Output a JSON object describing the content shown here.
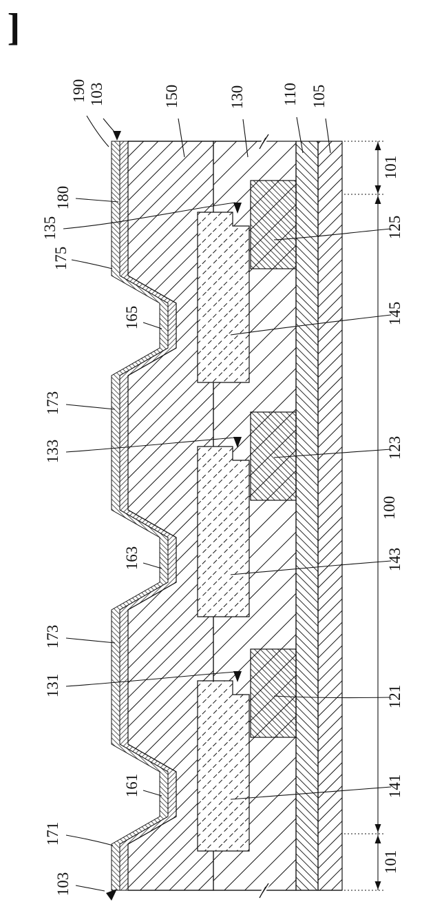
{
  "colors": {
    "ink": "#111111",
    "paper": "#ffffff"
  },
  "figure": {
    "bracket": "]"
  },
  "refs": {
    "top": [
      "190",
      "103",
      "150",
      "130",
      "110",
      "105"
    ],
    "left": [
      "180",
      "135",
      "175",
      "165",
      "173",
      "133",
      "163",
      "173",
      "131",
      "161",
      "171",
      "103"
    ],
    "right": [
      "125",
      "145",
      "123",
      "143",
      "121",
      "141"
    ],
    "dims": [
      "101",
      "100",
      "101"
    ]
  }
}
